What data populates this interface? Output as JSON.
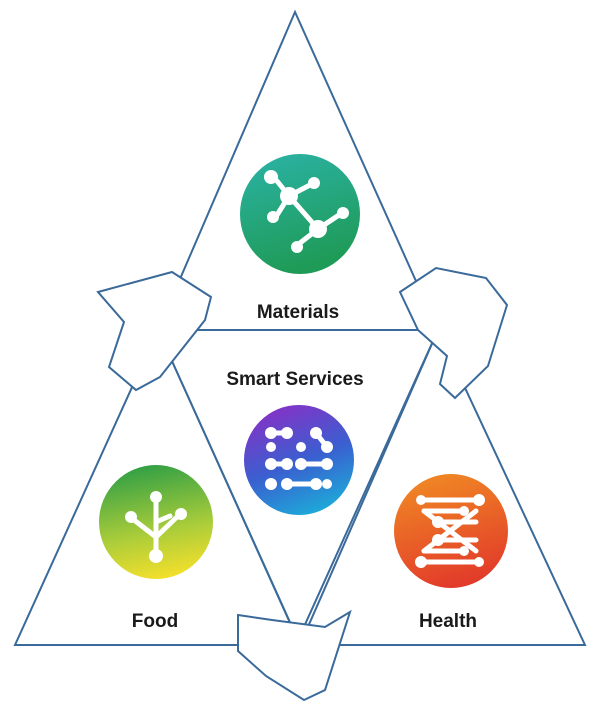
{
  "segments": {
    "materials": {
      "label": "Materials",
      "icon": "molecule-network-icon"
    },
    "smart_services": {
      "label": "Smart Services",
      "icon": "connected-dots-grid-icon"
    },
    "food": {
      "label": "Food",
      "icon": "plant-sprout-icon"
    },
    "health": {
      "label": "Health",
      "icon": "dna-ladder-icon"
    }
  },
  "colors": {
    "outline": "#3a6a9a",
    "materials_gradient": [
      "#2bb3a7",
      "#1f9b58"
    ],
    "smart_services_gradient": [
      "#8a2fc6",
      "#3a5fd0",
      "#1ea8d8"
    ],
    "food_gradient": [
      "#2e9e45",
      "#c7d33a",
      "#f2df2c"
    ],
    "health_gradient": [
      "#f08a24",
      "#e23b2a"
    ]
  }
}
